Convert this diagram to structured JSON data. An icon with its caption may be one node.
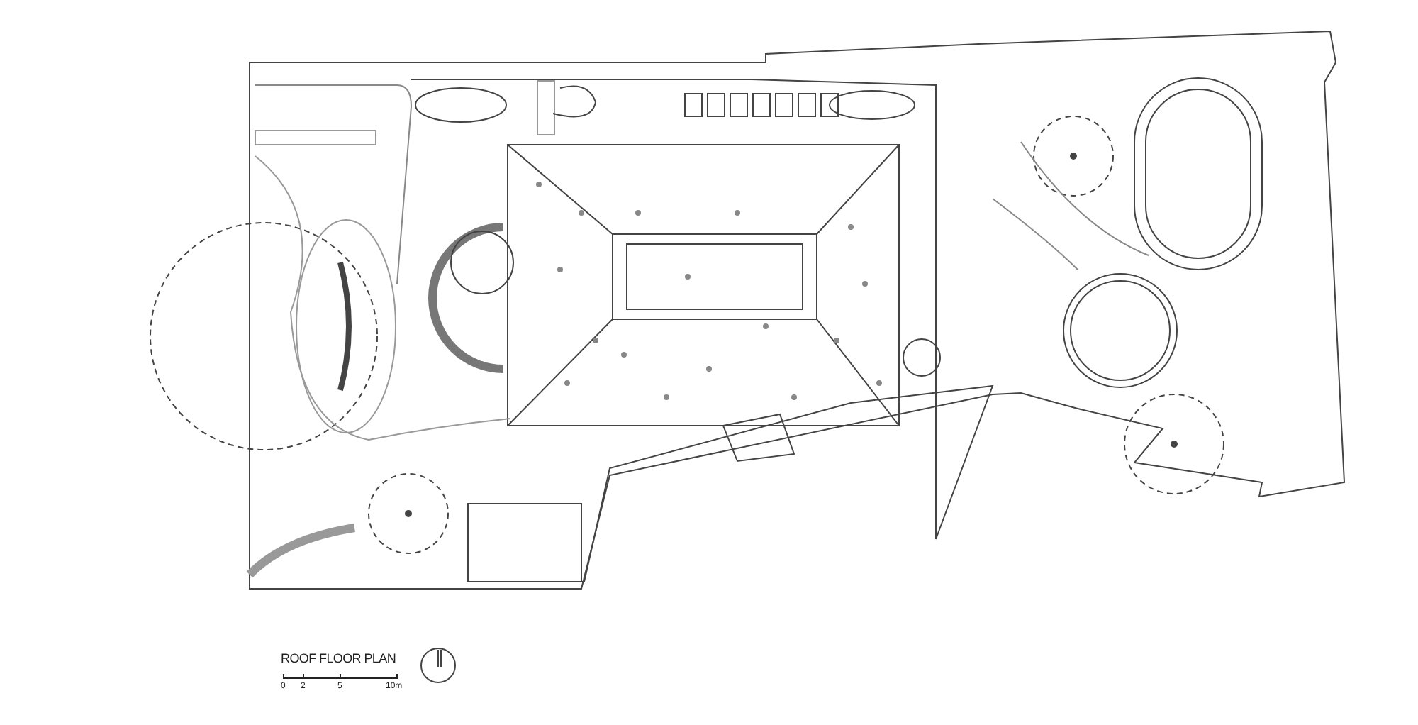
{
  "diagram": {
    "title": "ROOF FLOOR PLAN",
    "labels": [
      "0",
      "2",
      "5",
      "10m"
    ]
  }
}
